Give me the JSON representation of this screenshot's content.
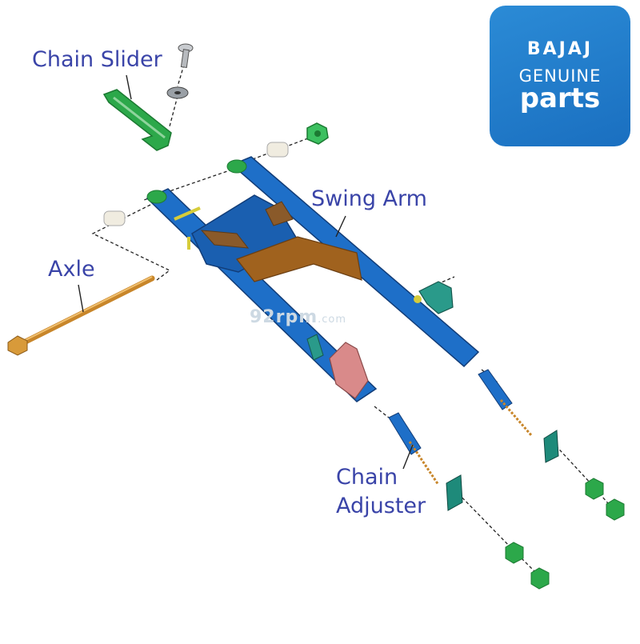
{
  "labels": {
    "chain_slider": "Chain Slider",
    "swing_arm": "Swing Arm",
    "axle": "Axle",
    "chain_adjuster_line1": "Chain",
    "chain_adjuster_line2": "Adjuster"
  },
  "logo": {
    "brand": "BAJAJ",
    "genuine": "GENUINE",
    "parts": "parts"
  },
  "watermark": {
    "name": "92rpm",
    "suffix": ".com"
  },
  "colors": {
    "label_text": "#3a44a8",
    "swing_arm": "#1e6fc8",
    "part_green": "#2ca84a",
    "axle": "#c8862a",
    "bushing": "#f0ece0",
    "bracket": "#8a5a2a",
    "adjuster_bracket": "#d98a8a",
    "logo_bg": "#1a6fc0"
  }
}
